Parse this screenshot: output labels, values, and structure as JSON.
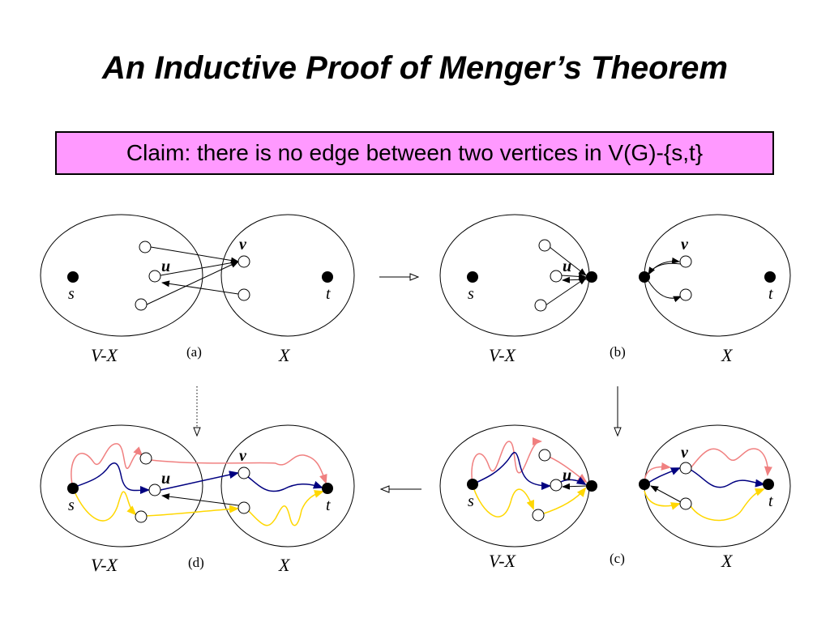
{
  "title": "An Inductive Proof of Menger’s Theorem",
  "claim": "Claim: there is no edge between two vertices in V(G)-{s,t}",
  "colors": {
    "claim_bg": "#ff99ff",
    "pink_path": "#f08080",
    "blue_path": "#000080",
    "yellow_path": "#ffd700"
  },
  "panels": {
    "a": {
      "caption": "(a)",
      "left_set": "V-X",
      "right_set": "X",
      "s": "s",
      "t": "t",
      "u": "u",
      "v": "v"
    },
    "b": {
      "caption": "(b)",
      "left_set": "V-X",
      "right_set": "X",
      "s": "s",
      "t": "t",
      "u": "u",
      "v": "v"
    },
    "c": {
      "caption": "(c)",
      "left_set": "V-X",
      "right_set": "X",
      "s": "s",
      "t": "t",
      "u": "u",
      "v": "v"
    },
    "d": {
      "caption": "(d)",
      "left_set": "V-X",
      "right_set": "X",
      "s": "s",
      "t": "t",
      "u": "u",
      "v": "v"
    }
  }
}
